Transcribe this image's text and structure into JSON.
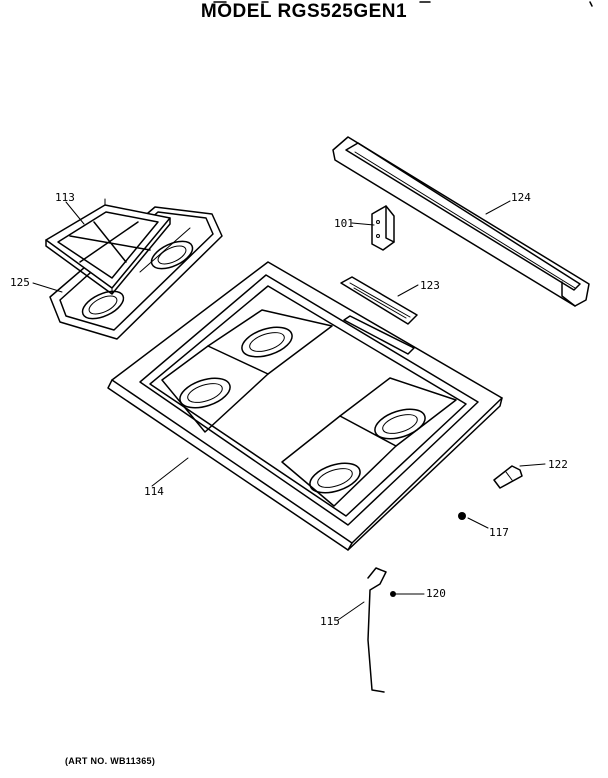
{
  "title": "MODEL RGS525GEN1",
  "art_number": "(ART NO. WB11365)",
  "parts": {
    "p113": "113",
    "p125": "125",
    "p101": "101",
    "p124": "124",
    "p123": "123",
    "p114": "114",
    "p122": "122",
    "p117": "117",
    "p120": "120",
    "p115": "115"
  }
}
